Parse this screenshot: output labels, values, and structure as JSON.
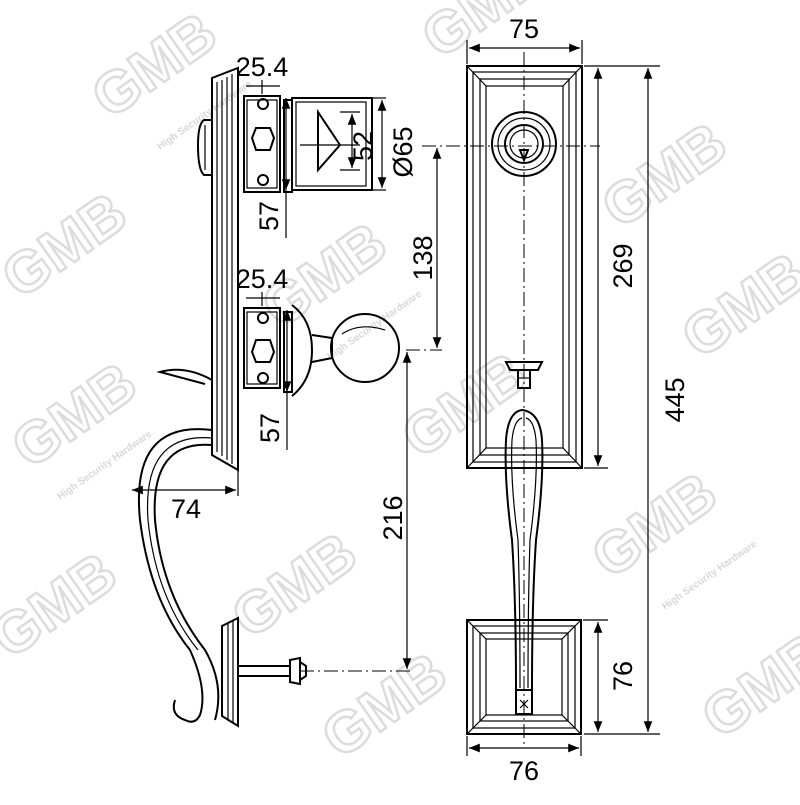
{
  "watermark": {
    "brand": "GMB",
    "tagline": "High Security Hardware"
  },
  "dimensions": {
    "top_width": "75",
    "bottom_width": "76",
    "total_height": "445",
    "plate_height": "269",
    "center_distance": "138",
    "diameter": "Ø65",
    "bottom_plate_height": "76",
    "deadbolt_backset_top": "25.4",
    "deadbolt_length": "52",
    "deadbolt_bottom": "57",
    "latch_backset_top": "25.4",
    "latch_bottom": "57",
    "handle_projection": "74",
    "handle_to_knob": "216"
  }
}
